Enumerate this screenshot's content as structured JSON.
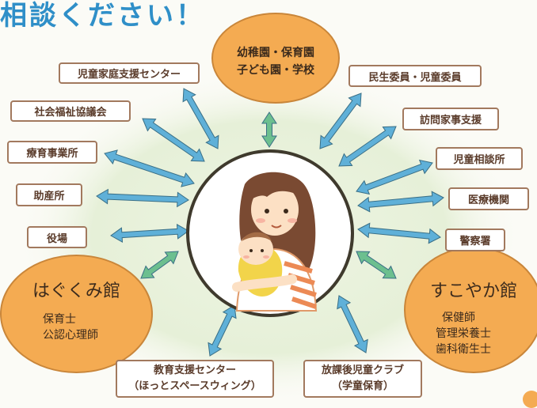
{
  "title": "相談ください！",
  "center_illustration": "mother-holding-baby",
  "top_circle": {
    "lines": [
      "幼稚園・保育園",
      "子ども園・学校"
    ]
  },
  "left_circle": {
    "name": "はぐくみ館",
    "staff": [
      "保育士",
      "公認心理師"
    ]
  },
  "right_circle": {
    "name": "すこやか館",
    "staff": [
      "保健師",
      "管理栄養士",
      "歯科衛生士"
    ]
  },
  "left_boxes": [
    "児童家庭支援センター",
    "社会福祉協議会",
    "療育事業所",
    "助産所",
    "役場"
  ],
  "right_boxes": [
    "民生委員・児童委員",
    "訪問家事支援",
    "児童相談所",
    "医療機関",
    "警察署"
  ],
  "bottom_boxes": [
    {
      "lines": [
        "教育支援センター",
        "（ほっとスペースウィング）"
      ]
    },
    {
      "lines": [
        "放課後児童クラブ",
        "（学童保育）"
      ]
    }
  ],
  "colors": {
    "title": "#2f8fc8",
    "blue_arrow": "#5fb0d8",
    "green_arrow": "#6cbf8f",
    "orange_circle": "#f4ab52",
    "box_border": "#a2795e",
    "box_text": "#5a3b2a",
    "bg_glow": "#e6f0d8"
  }
}
